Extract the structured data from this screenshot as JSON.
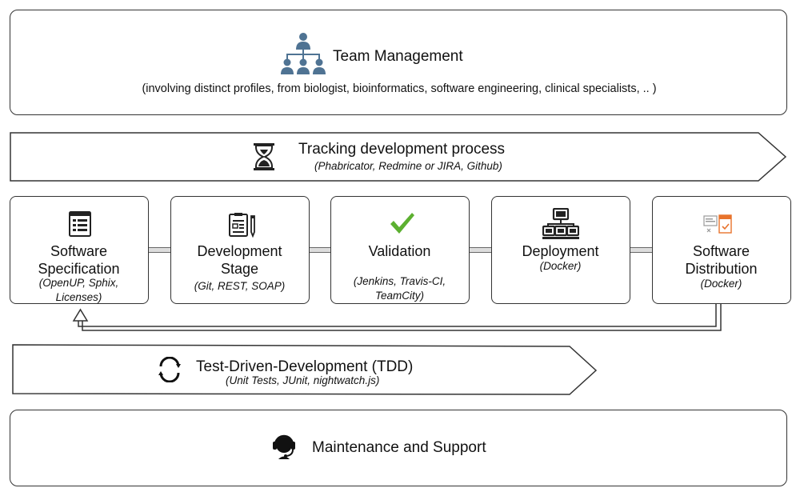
{
  "team": {
    "title": "Team Management",
    "subtitle": "(involving distinct profiles, from biologist, bioinformatics, software engineering, clinical specialists, .. )",
    "icon": "team-hierarchy-icon"
  },
  "tracking": {
    "title": "Tracking development process",
    "subtitle": "(Phabricator, Redmine or JIRA, Github)",
    "icon": "hourglass-icon"
  },
  "stages": [
    {
      "title_line1": "Software",
      "title_line2": "Specification",
      "sub_line1": "(OpenUP, Sphix,",
      "sub_line2": "Licenses)",
      "icon": "document-list-icon"
    },
    {
      "title_line1": "Development",
      "title_line2": "Stage",
      "sub_line1": "(Git, REST, SOAP)",
      "sub_line2": "",
      "icon": "clipboard-pencil-icon"
    },
    {
      "title_line1": "Validation",
      "title_line2": "",
      "sub_line1": "(Jenkins, Travis-CI,",
      "sub_line2": "TeamCity)",
      "icon": "checkmark-icon"
    },
    {
      "title_line1": "Deployment",
      "title_line2": "",
      "sub_line1": "(Docker)",
      "sub_line2": "",
      "icon": "server-network-icon"
    },
    {
      "title_line1": "Software",
      "title_line2": "Distribution",
      "sub_line1": "(Docker)",
      "sub_line2": "",
      "icon": "package-files-icon"
    }
  ],
  "tdd": {
    "title": "Test-Driven-Development (TDD)",
    "subtitle": "(Unit Tests, JUnit, nightwatch.js)",
    "icon": "cycle-icon"
  },
  "maintenance": {
    "title": "Maintenance and Support",
    "icon": "headset-icon"
  },
  "colors": {
    "team_icon": "#4f7393",
    "check": "#5cb030",
    "distribution_accent": "#e8732c",
    "outline": "#333333"
  }
}
